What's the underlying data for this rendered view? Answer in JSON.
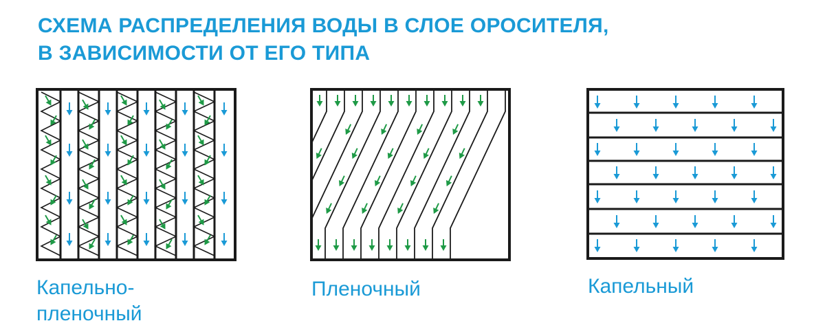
{
  "title": {
    "line1": "СХЕМА РАСПРЕДЕЛЕНИЯ ВОДЫ В СЛОЕ ОРОСИТЕЛЯ,",
    "line2": "В ЗАВИСИМОСТИ ОТ ЕГО ТИПА"
  },
  "panels": [
    {
      "id": "drip-film",
      "caption_line1": "Капельно-",
      "caption_line2": "пленочный"
    },
    {
      "id": "film",
      "caption_line1": "Пленочный"
    },
    {
      "id": "drip",
      "caption_line1": "Капельный"
    }
  ],
  "colors": {
    "title": "#1a9ad6",
    "blue_arrow": "#1a9ad6",
    "green_arrow": "#1e9a46",
    "frame": "#1a1a1a"
  },
  "icons": {
    "blue_arrow": "arrow-down-icon",
    "green_arrow": "arrow-diagonal-icon"
  }
}
